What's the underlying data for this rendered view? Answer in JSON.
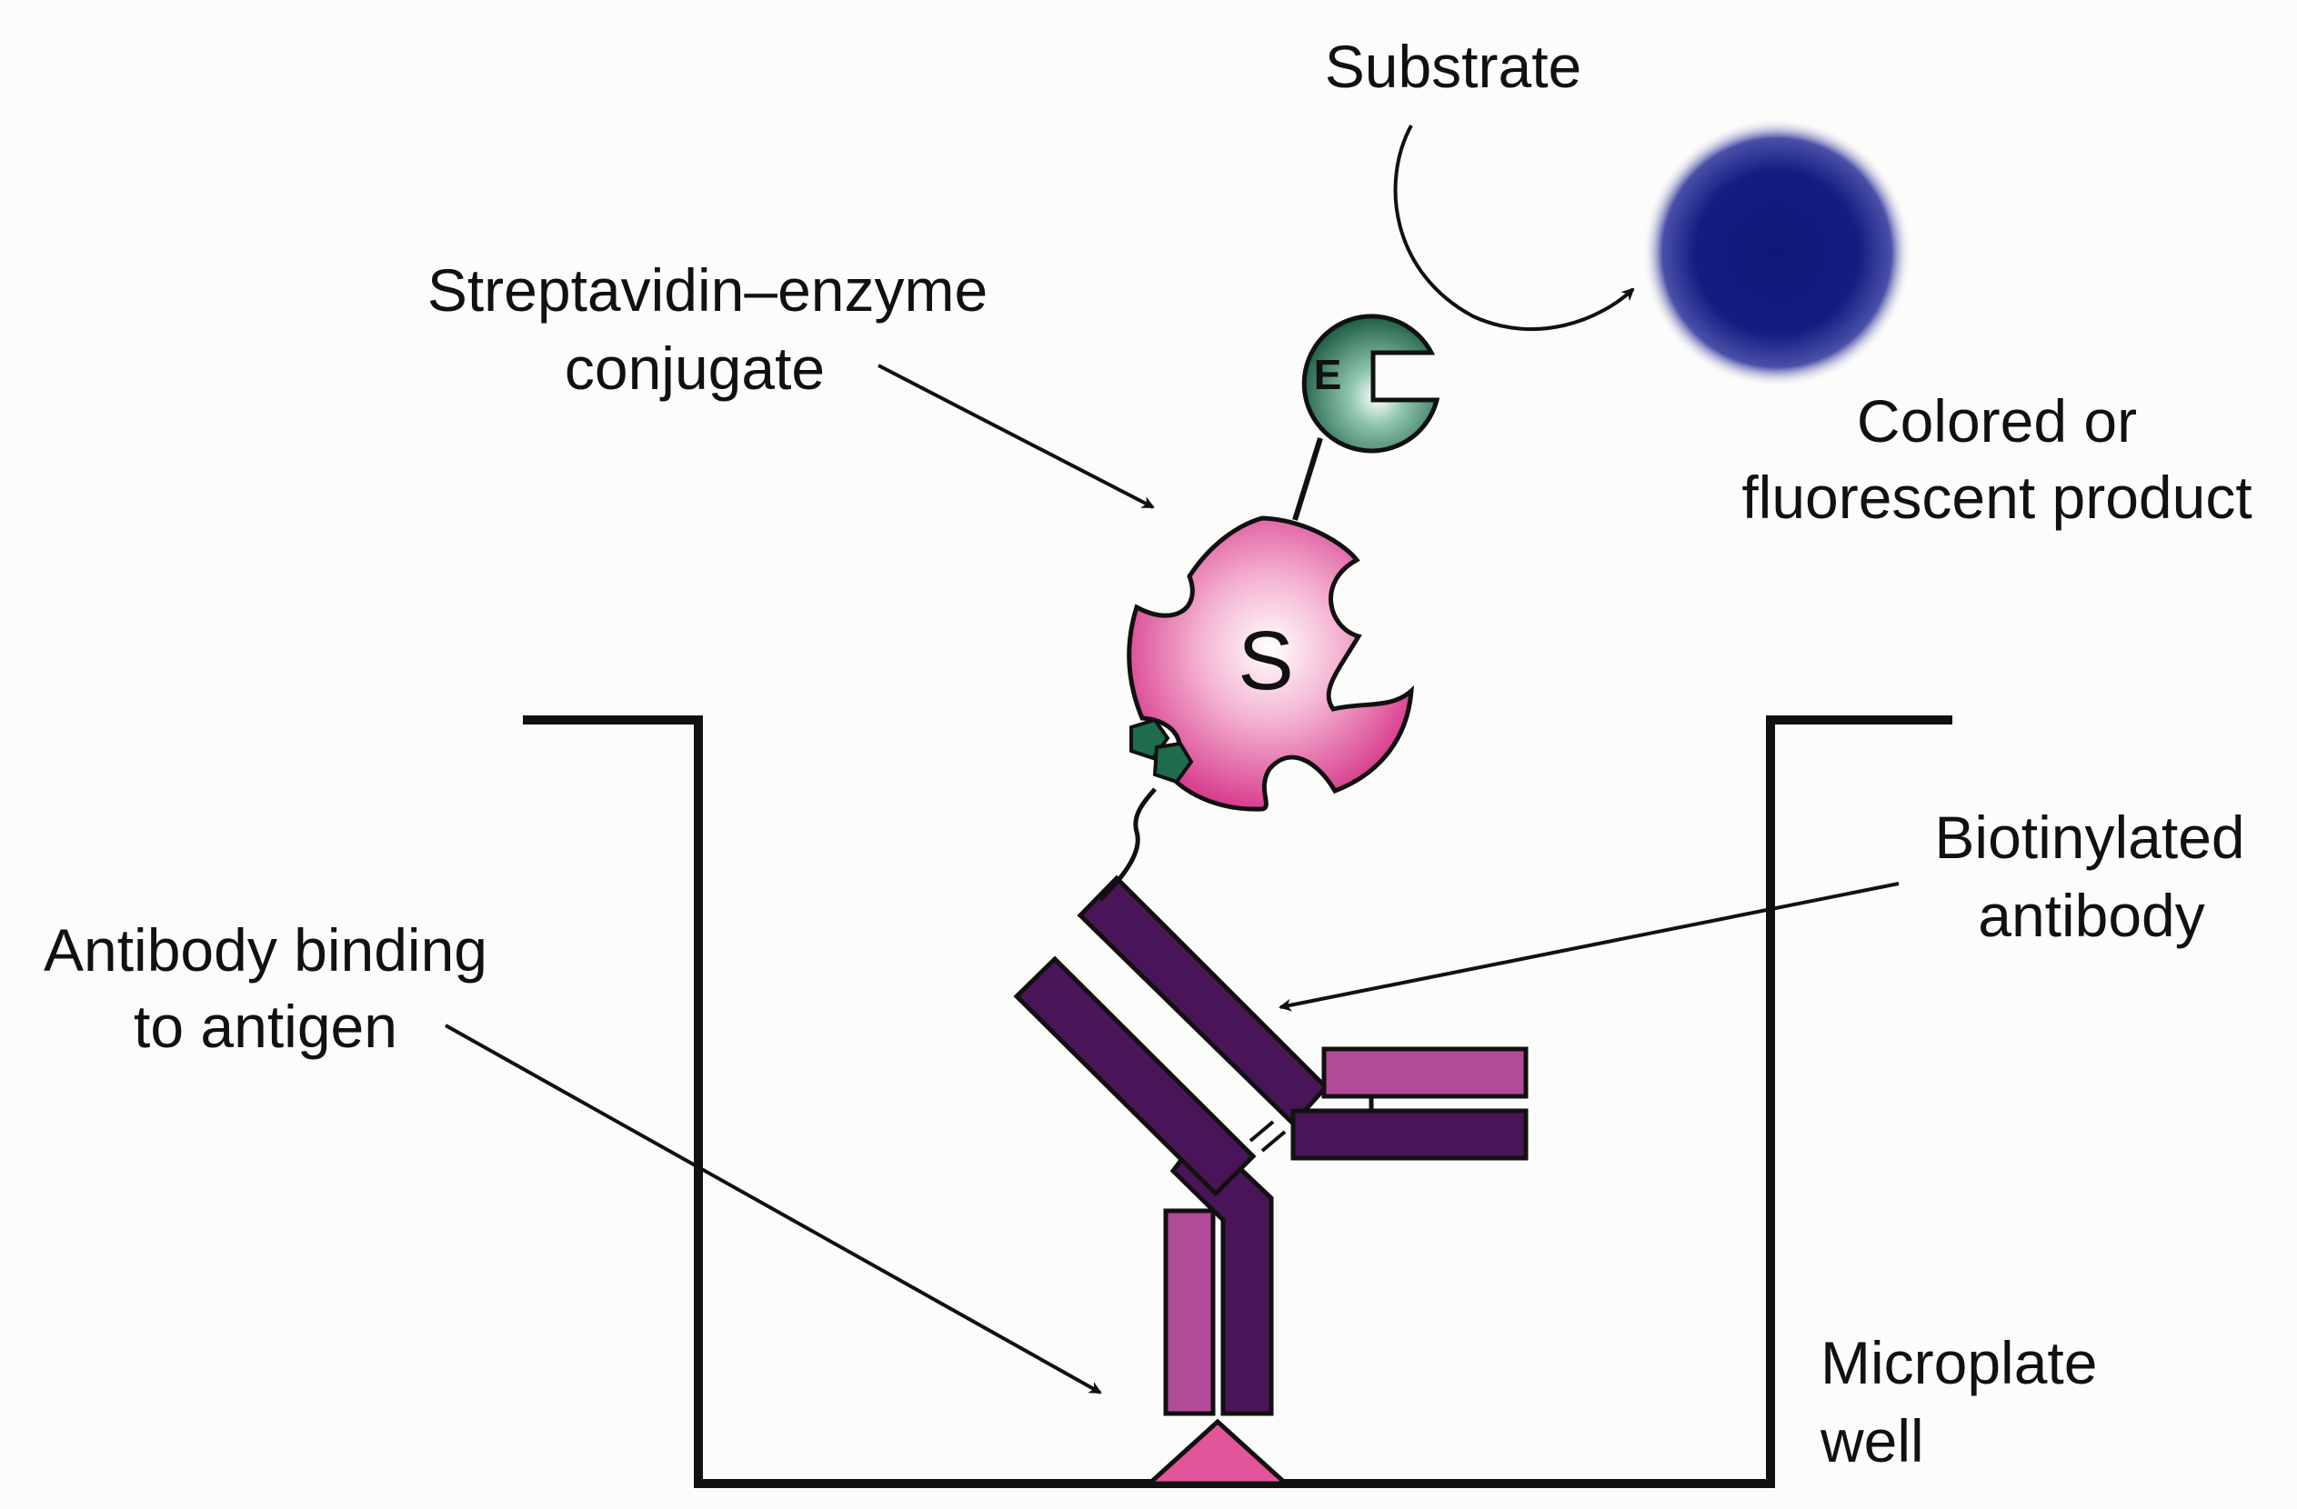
{
  "labels": {
    "substrate": "Substrate",
    "conjugate_line1": "Streptavidin–enzyme",
    "conjugate_line2": "conjugate",
    "product_line1": "Colored or",
    "product_line2": "fluorescent product",
    "biotinylated_line1": "Biotinylated",
    "biotinylated_line2": "antibody",
    "binding_line1": "Antibody binding",
    "binding_line2": "to antigen",
    "well_line1": "Microplate",
    "well_line2": "well"
  },
  "symbols": {
    "enzyme": "E",
    "streptavidin": "S"
  },
  "colors": {
    "well_outline": "#111111",
    "enzyme_green": "#1f6b4e",
    "streptavidin_pink": "#e0559c",
    "product_blue": "#111a7a",
    "antibody_purple": "#4a1558",
    "antigen_binding_magenta": "#b24a9a",
    "antigen_pink": "#e2559a",
    "biotin_green": "#1f6b4e"
  }
}
